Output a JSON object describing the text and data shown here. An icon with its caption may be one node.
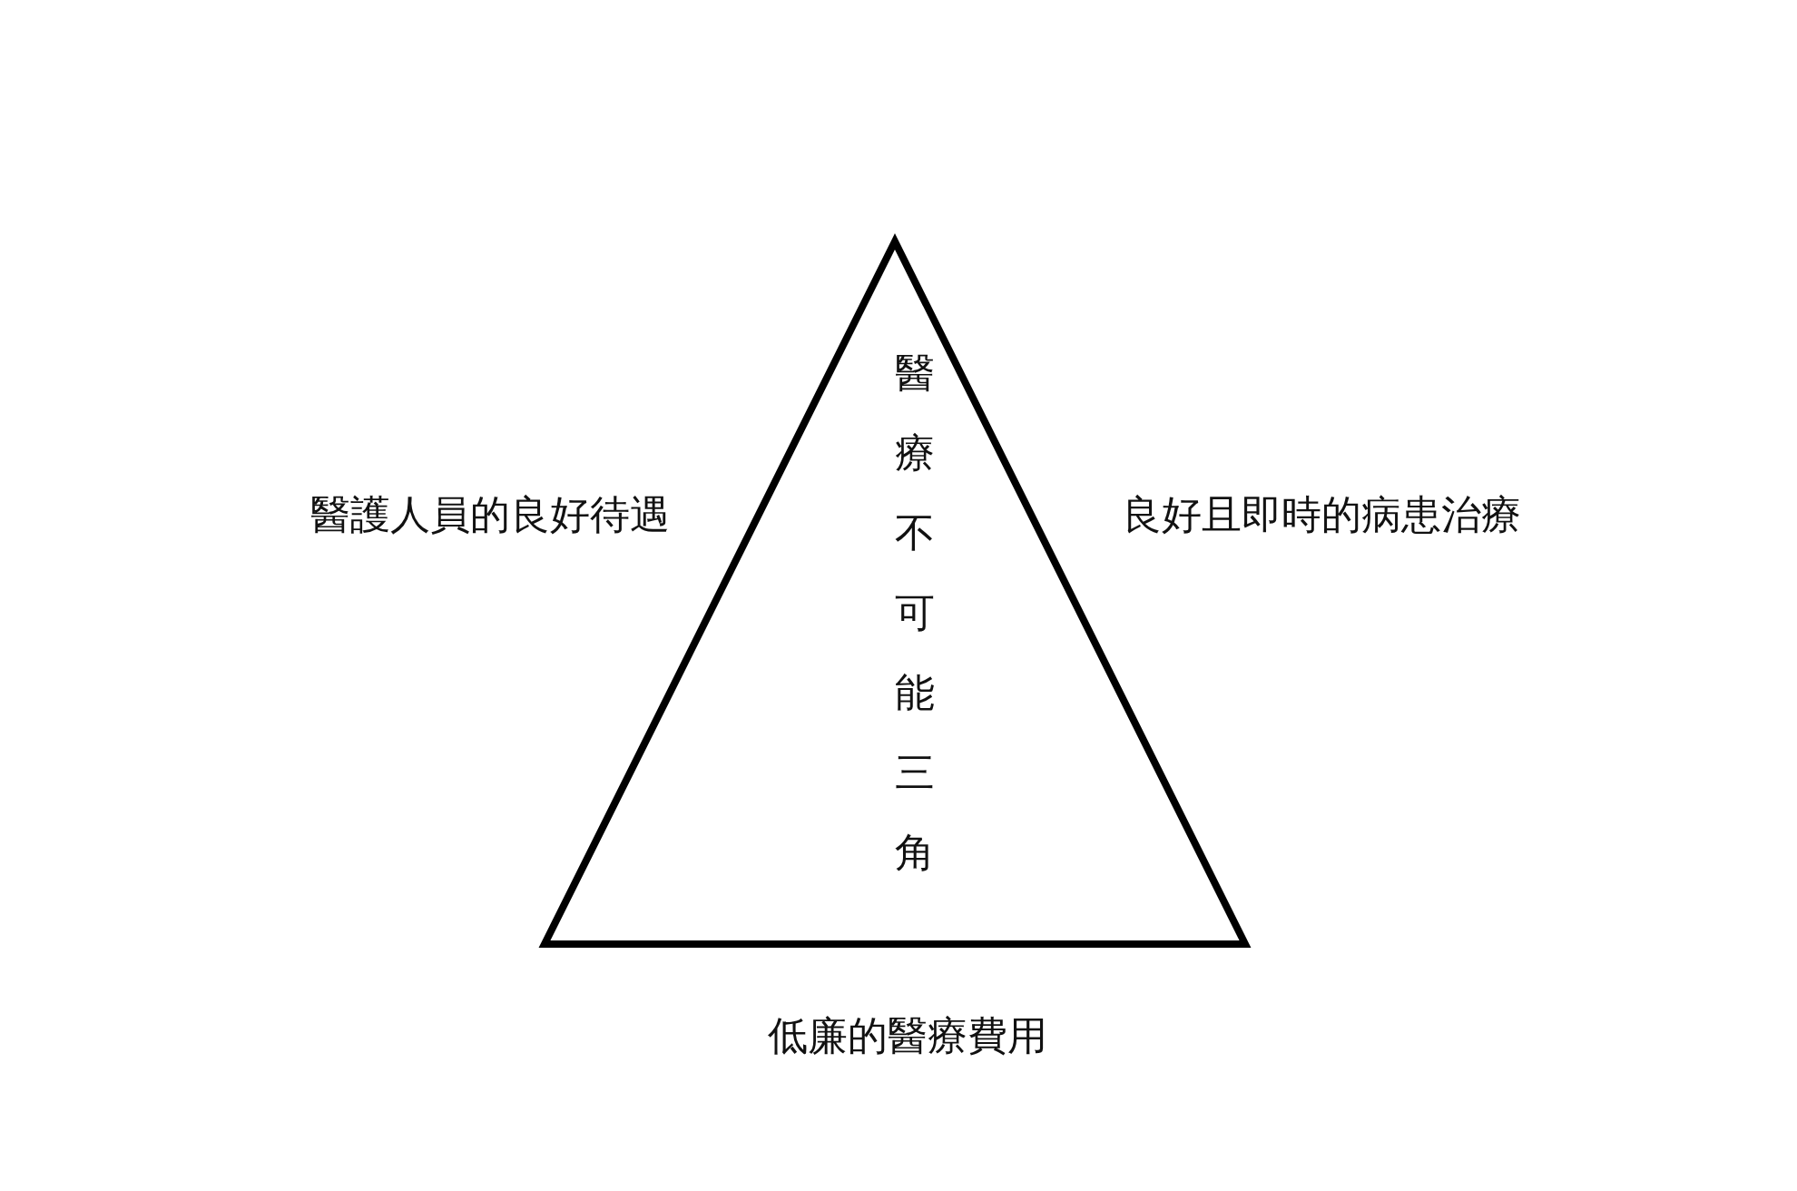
{
  "diagram": {
    "nodes": [
      {
        "text": [
          "醫療不可能三角"
        ]
      }
    ],
    "labels": [
      "醫護人員的良好待遇",
      "良好且即時的病患治療",
      "低廉的醫療費用"
    ]
  }
}
